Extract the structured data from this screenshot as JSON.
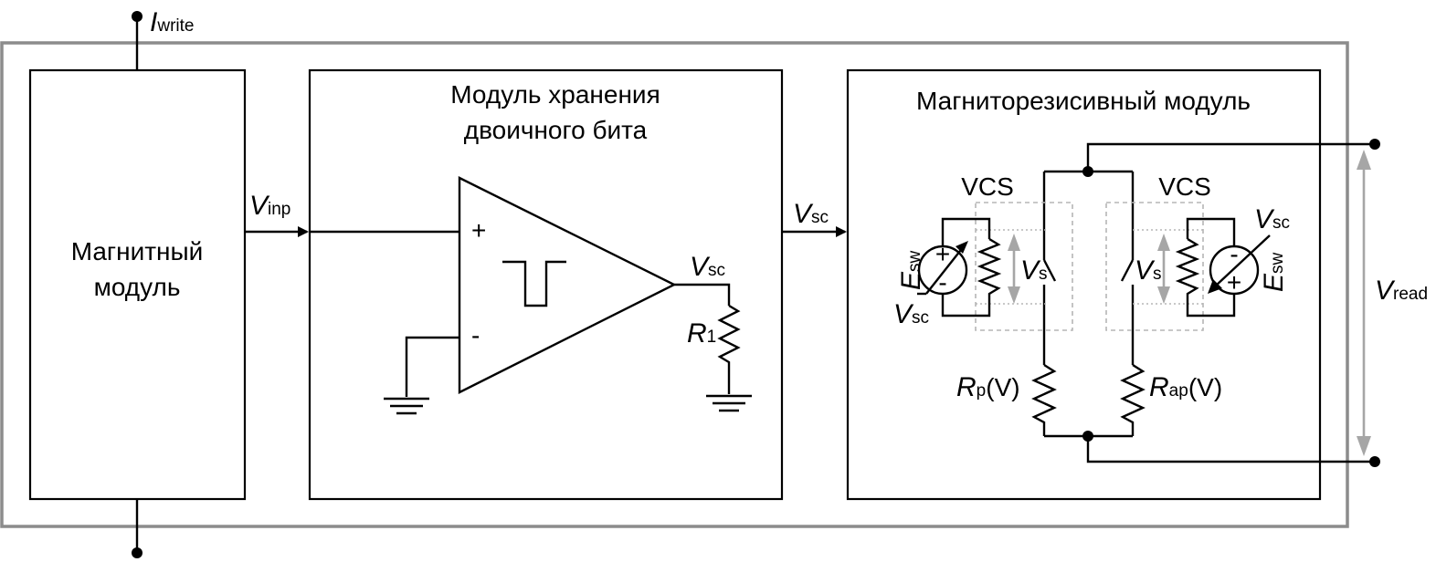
{
  "diagram": {
    "magnetic_module": {
      "line1": "Магнитный",
      "line2": "модуль"
    },
    "storage_module": {
      "line1": "Модуль хранения",
      "line2": "двоичного бита"
    },
    "magnetoresistive_module": {
      "title": "Магниторезисивный модуль"
    },
    "signals": {
      "i_write": {
        "main": "I",
        "sub": "write"
      },
      "v_inp": {
        "main": "V",
        "sub": "inp"
      },
      "v_sc": {
        "main": "V",
        "sub": "sc"
      },
      "v_read": {
        "main": "V",
        "sub": "read"
      },
      "v_s": {
        "main": "V",
        "sub": "s"
      },
      "e_sw": {
        "main": "E",
        "sub": "sw"
      }
    },
    "components": {
      "r1": {
        "main": "R",
        "sub": "1"
      },
      "rp": {
        "main": "R",
        "sub": "p",
        "suffix": "(V)"
      },
      "rap": {
        "main": "R",
        "sub": "ap",
        "suffix": "(V)"
      },
      "vcs": "VCS"
    },
    "comparator": {
      "plus": "+",
      "minus": "-"
    },
    "colors": {
      "outer_frame": "#8c8c8c",
      "gray_arrow": "#a6a6a6",
      "dashed": "#b5b5b5"
    }
  }
}
